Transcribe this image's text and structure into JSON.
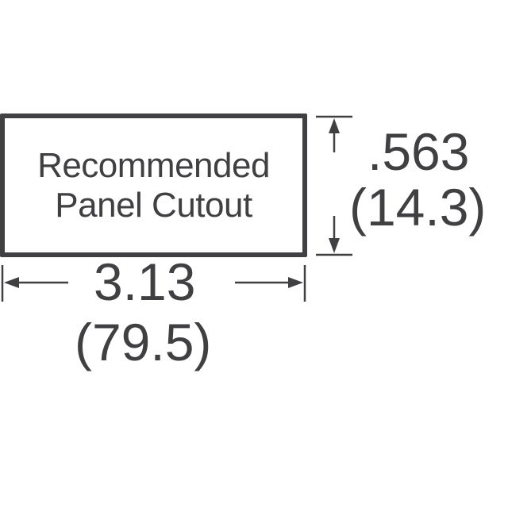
{
  "diagram": {
    "title": "Recommended Panel Cutout",
    "box_label_line1": "Recommended",
    "box_label_line2": "Panel Cutout",
    "height_dimension": {
      "inches": ".563",
      "mm": "(14.3)"
    },
    "width_dimension": {
      "inches": "3.13",
      "mm": "(79.5)"
    },
    "colors": {
      "stroke": "#404042",
      "background": "#ffffff"
    }
  }
}
